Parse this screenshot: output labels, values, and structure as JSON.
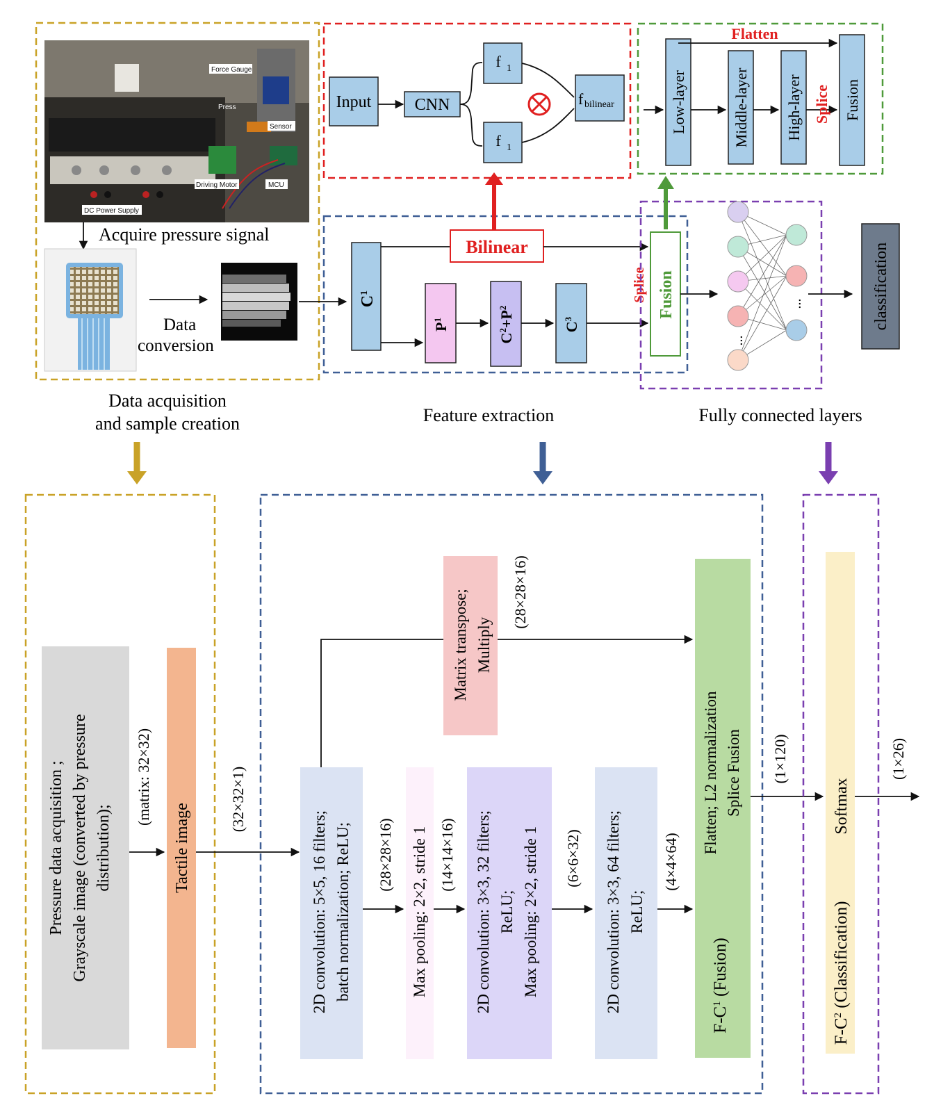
{
  "colors": {
    "gold": "#c9a227",
    "red": "#e02020",
    "green": "#4f9a3a",
    "blue": "#3f5f95",
    "purple": "#7a3fb0",
    "node_blue": "#a9cde8",
    "grey_block": "#d9d9d9",
    "tactile": "#f3b58f",
    "conv": "#dbe3f3",
    "pool": "#fdf1fb",
    "conv_pool": "#dcd6f8",
    "matrix": "#f6c7c7",
    "fusion_block": "#b8dba2",
    "softmax": "#fbefc8",
    "classification_box": "#6e7b8c"
  },
  "photo": {
    "labels": {
      "force_gauge": "Force Gauge",
      "press": "Press",
      "sensor": "Sensor",
      "driving_motor": "Driving Motor",
      "mcu": "MCU",
      "dc_power": "DC Power Supply"
    }
  },
  "top": {
    "acquire": "Acquire pressure signal",
    "data": "Data",
    "conversion": "conversion",
    "bilinear_box": {
      "input": "Input",
      "cnn": "CNN",
      "f": "f",
      "f_sub": "1",
      "fb": "f",
      "fb_sub": "bilinear",
      "otimes": "⊗"
    },
    "flatten_box": {
      "flatten": "Flatten",
      "low": "Low-layer",
      "middle": "Middle-layer",
      "high": "High-layer",
      "splice": "Splice",
      "fusion": "Fusion"
    },
    "feature": {
      "c": "C",
      "c_sup": "1",
      "p": "P",
      "p_sup": "1",
      "c2": "C",
      "c2_sup": "2",
      "plus": "+P",
      "p2_sup": "2",
      "c3": "C",
      "c3_sup": "3",
      "bilinear": "Bilinear",
      "splice": "Splice",
      "fusion": "Fusion"
    },
    "classification": "classification",
    "dots": "..."
  },
  "captions": {
    "acq1": "Data acquisition",
    "acq2": "and sample creation",
    "feature": "Feature extraction",
    "fc": "Fully connected layers"
  },
  "bottom": {
    "pressure1": "Pressure data acquisition ;",
    "pressure2": "Grayscale image (converted by pressure",
    "pressure3": "distribution);",
    "matrix_label": "(matrix: 32×32)",
    "tactile": "Tactile image",
    "dim_32": "(32×32×1)",
    "conv1a": "2D convolution: 5×5, 16 filters;",
    "conv1b": "batch normalization; ReLU;",
    "dim_28": "(28×28×16)",
    "pool1": "Max pooling: 2×2, stride 1",
    "dim_14": "(14×14×16)",
    "conv2a": "2D convolution: 3×3, 32 filters;",
    "conv2b": "ReLU;",
    "conv2c": "Max pooling: 2×2, stride 1",
    "dim_6": "(6×6×32)",
    "conv3a": "2D convolution: 3×3, 64 filters;",
    "conv3b": "ReLU;",
    "dim_4": "(4×4×64)",
    "matrix1": "Matrix transpose;",
    "matrix2": "Multiply",
    "dim_28b": "(28×28×16)",
    "fusion1": "Flatten; L2 normalization",
    "fusion2": "Splice Fusion",
    "fc1": "F-C",
    "fc1_sup": "1",
    "fc1_rest": " (Fusion)",
    "dim_120": "(1×120)",
    "softmax": "Softmax",
    "fc2": "F-C",
    "fc2_sup": "2",
    "fc2_rest": " (Classification)",
    "dim_26": "(1×26)"
  }
}
